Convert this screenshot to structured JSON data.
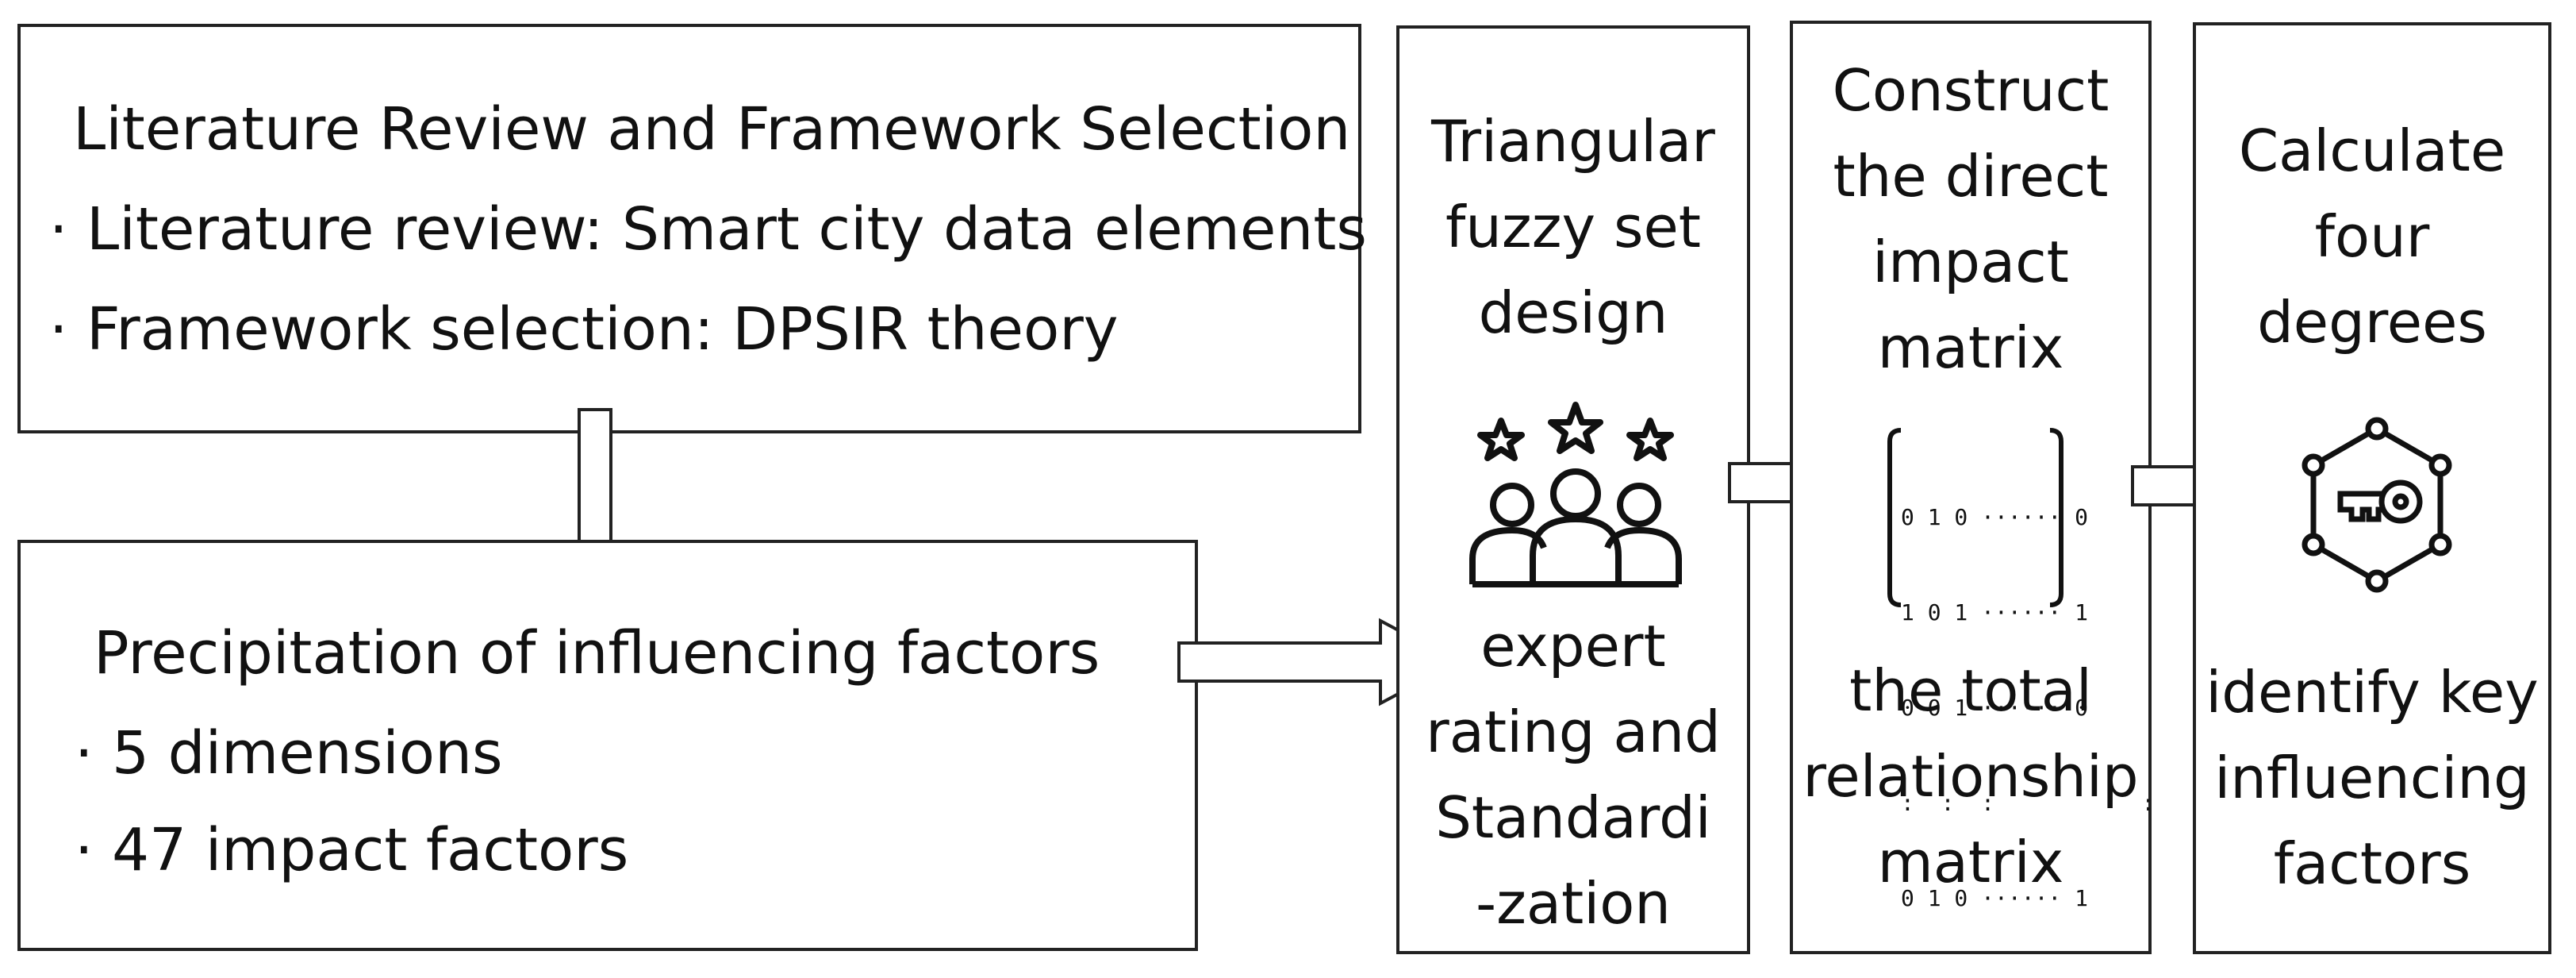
{
  "box1": {
    "title": "Literature Review and Framework Selection",
    "bullets": [
      "· Literature review: Smart city data elements",
      "· Framework selection: DPSIR theory"
    ]
  },
  "box2": {
    "title": "Precipitation of influencing factors",
    "bullets": [
      "· 5 dimensions",
      "· 47 impact factors"
    ]
  },
  "col1": {
    "top": [
      "Triangular",
      "fuzzy set",
      "design"
    ],
    "bottom": [
      "expert",
      "rating and",
      "Standardi",
      "-zation"
    ],
    "icon": "experts-rating-icon"
  },
  "col2": {
    "top": [
      "Construct",
      "the direct",
      "impact",
      "matrix"
    ],
    "bottom": [
      "the total",
      "relationship",
      "matrix"
    ],
    "icon": "binary-matrix-icon",
    "matrix_rows": [
      "0 1 0 ······ 0",
      "1 0 1 ······ 1",
      "0 0 1 ······ 0",
      ":  :  :           :",
      "0 1 0 ······ 1"
    ]
  },
  "col3": {
    "top": [
      "Calculate",
      "four",
      "degrees"
    ],
    "bottom": [
      "identify key",
      "influencing",
      "factors"
    ],
    "icon": "key-network-icon"
  }
}
